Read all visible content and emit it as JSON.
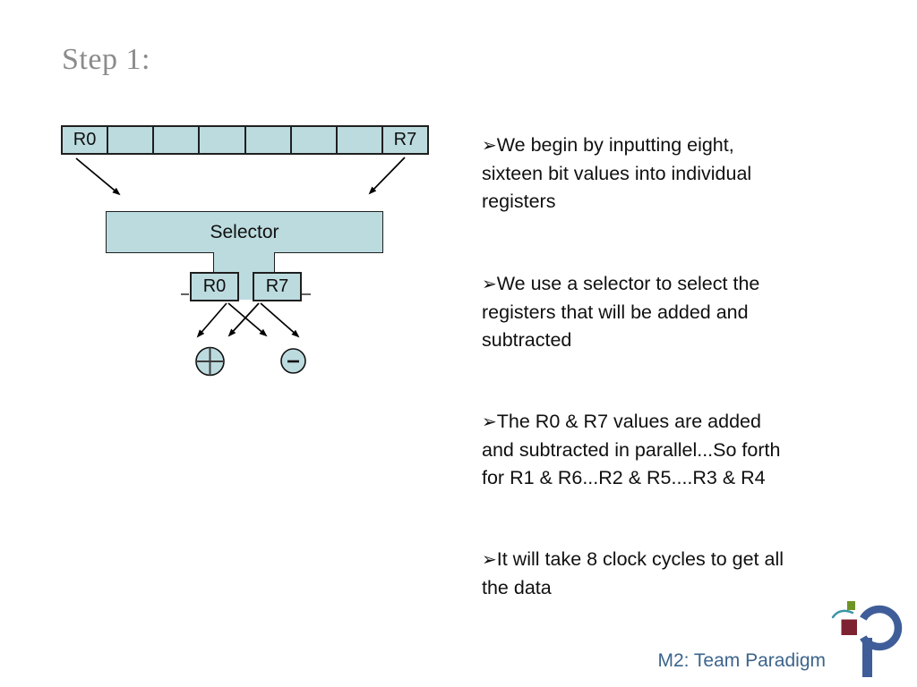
{
  "slide": {
    "title": "Step 1:",
    "footer": "M2: Team Paradigm"
  },
  "diagram": {
    "register_row": {
      "cells": [
        "R0",
        "",
        "",
        "",
        "",
        "",
        "",
        "R7"
      ]
    },
    "selector_label": "Selector",
    "selected_registers": [
      "R0",
      "R7"
    ],
    "adder_icon": "plus-circle",
    "subtractor_icon": "minus-circle",
    "adder_symbol": "+",
    "subtractor_symbol": "-"
  },
  "bullets": [
    {
      "marker": "➢",
      "lines": [
        "We begin by inputting eight,",
        "sixteen bit values into individual",
        "registers"
      ]
    },
    {
      "marker": "➢",
      "lines": [
        "We use a selector to select the",
        "registers that will be added and",
        "subtracted"
      ]
    },
    {
      "marker": "➢",
      "lines": [
        "The R0 & R7 values are added",
        "and subtracted in parallel...So forth",
        "for R1 & R6...R2 & R5....R3 & R4"
      ]
    },
    {
      "marker": "➢",
      "lines": [
        "It will take 8 clock cycles to get all",
        "the data"
      ]
    }
  ],
  "colors": {
    "box_fill": "#bcdbdf",
    "box_border": "#1f1f1f",
    "title_gray": "#8b8b8b",
    "footer_blue": "#3c648c",
    "logo_blue": "#3f5e99",
    "logo_maroon": "#7d2231",
    "logo_green": "#6e9426",
    "logo_teal": "#3a95a8",
    "text_black": "#101010"
  }
}
